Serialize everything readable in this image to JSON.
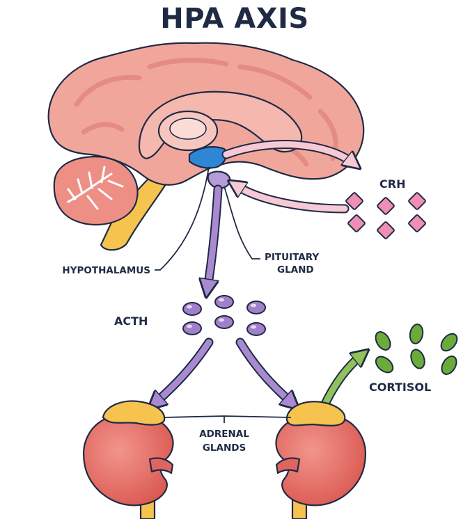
{
  "title": "HPA AXIS",
  "labels": {
    "crh": "CRH",
    "hypothalamus": "HYPOTHALAMUS",
    "pituitary_line1": "PITUITARY",
    "pituitary_line2": "GLAND",
    "acth": "ACTH",
    "cortisol": "CORTISOL",
    "adrenal_line1": "ADRENAL",
    "adrenal_line2": "GLANDS"
  },
  "colors": {
    "brain": "#f1a69c",
    "brain_dark": "#e48a80",
    "hypothalamus": "#2f86d6",
    "pituitary": "#b59bd8",
    "hormone_crh": "#f08fb3",
    "hormone_acth": "#a27fcb",
    "hormone_cortisol": "#6bab3a",
    "arrow_purple": "#a98ad1",
    "arrow_pink": "#f6c9d5",
    "arrow_green": "#8fc25a",
    "adrenal": "#f6c34f",
    "kidney": "#e0655f",
    "ink": "#1f2a44"
  }
}
